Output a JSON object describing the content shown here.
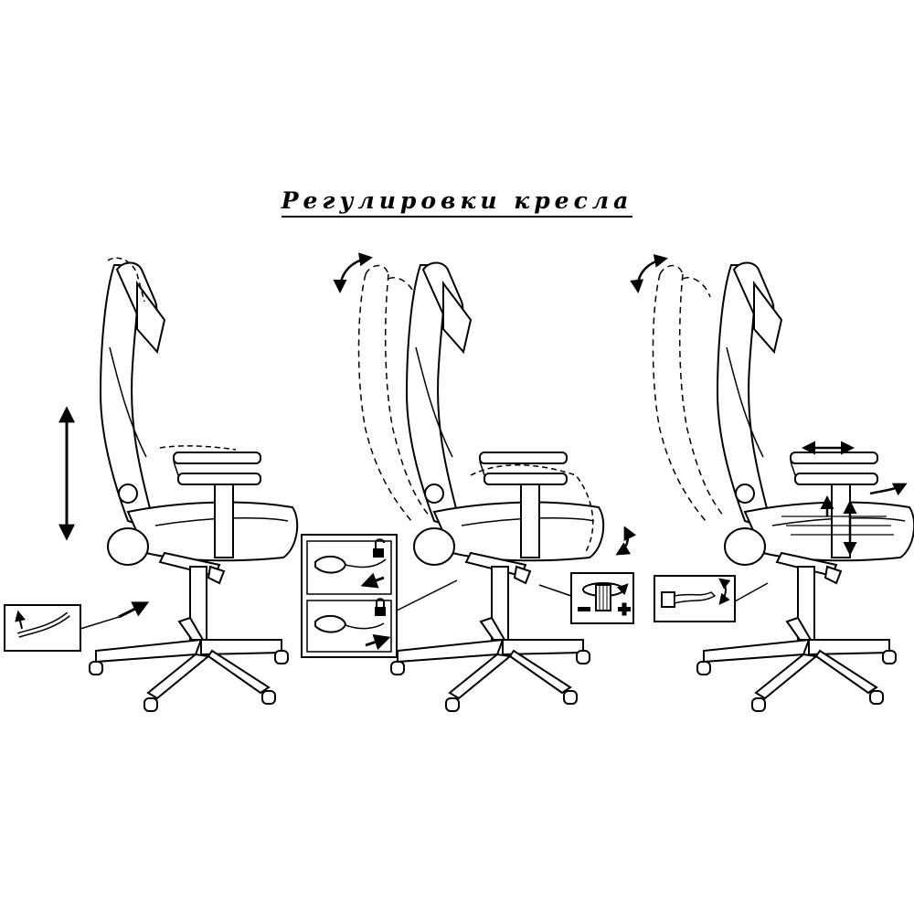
{
  "title": "Регулировки кресла",
  "colors": {
    "ink": "#000000",
    "paper": "#ffffff"
  },
  "figures": [
    {
      "id": "height-adjustment",
      "icons": [
        "double-arrow-vertical-icon",
        "lever-inset-icon"
      ]
    },
    {
      "id": "backrest-tilt",
      "icons": [
        "rotate-arrow-icon",
        "unlock-icon",
        "lock-icon",
        "tension-knob-icon",
        "minus-icon",
        "plus-icon"
      ]
    },
    {
      "id": "armrest-and-seat",
      "icons": [
        "rotate-arrow-icon",
        "double-arrow-horizontal-icon",
        "double-arrow-vertical-icon",
        "lever-inset-icon"
      ]
    }
  ]
}
